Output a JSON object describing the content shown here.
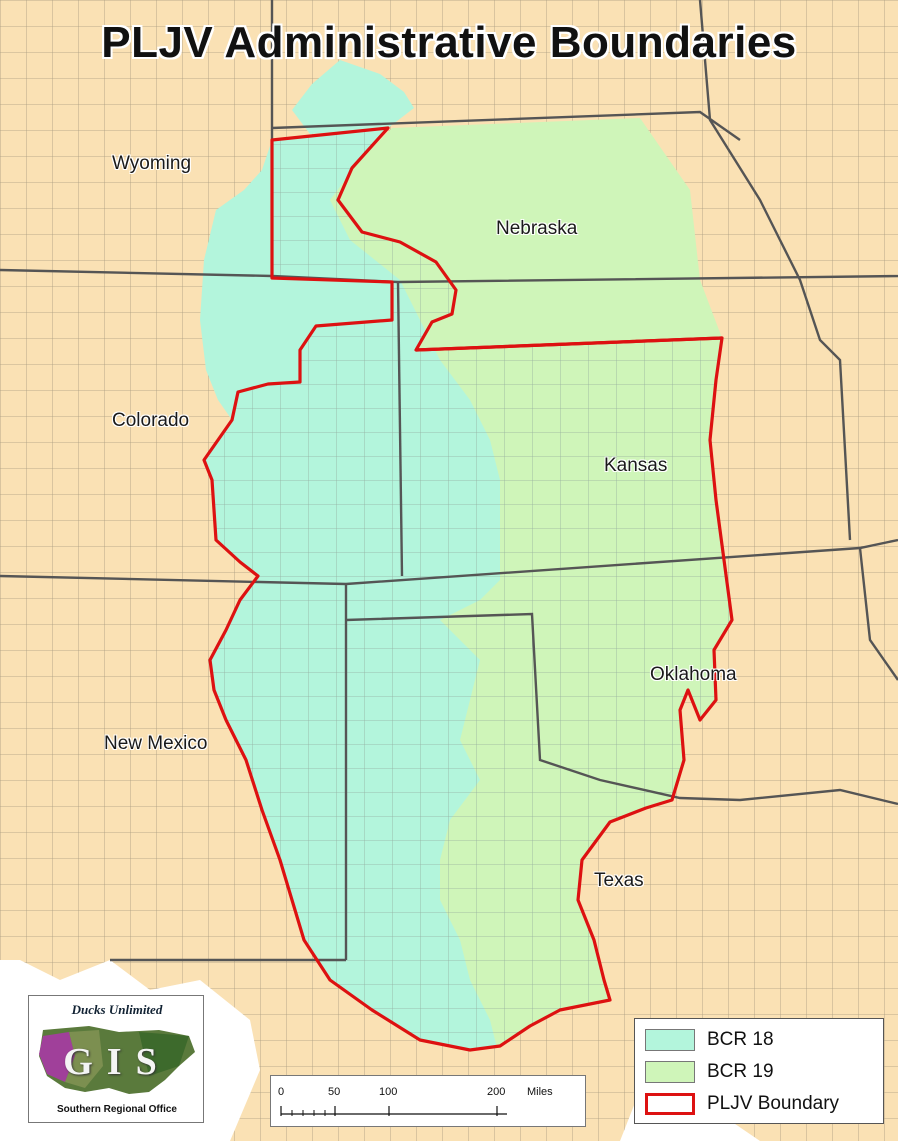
{
  "map": {
    "title": "PLJV Administrative Boundaries",
    "states": {
      "wyoming": "Wyoming",
      "nebraska": "Nebraska",
      "colorado": "Colorado",
      "kansas": "Kansas",
      "oklahoma": "Oklahoma",
      "new_mexico": "New Mexico",
      "texas": "Texas"
    },
    "colors": {
      "background_land": "#fae1b4",
      "bcr18": "#b3f5dc",
      "bcr19": "#cff5b9",
      "state_border": "#555555",
      "county_line": "#a89a80",
      "pljv_boundary": "#dd1111"
    }
  },
  "legend": {
    "bcr18": "BCR 18",
    "bcr19": "BCR 19",
    "pljv": "PLJV Boundary"
  },
  "scale": {
    "ticks": [
      "0",
      "50",
      "100",
      "200"
    ],
    "unit": "Miles"
  },
  "logo": {
    "top_text": "Ducks Unlimited",
    "mid_text": "GIS",
    "bottom_text": "Southern Regional Office"
  }
}
